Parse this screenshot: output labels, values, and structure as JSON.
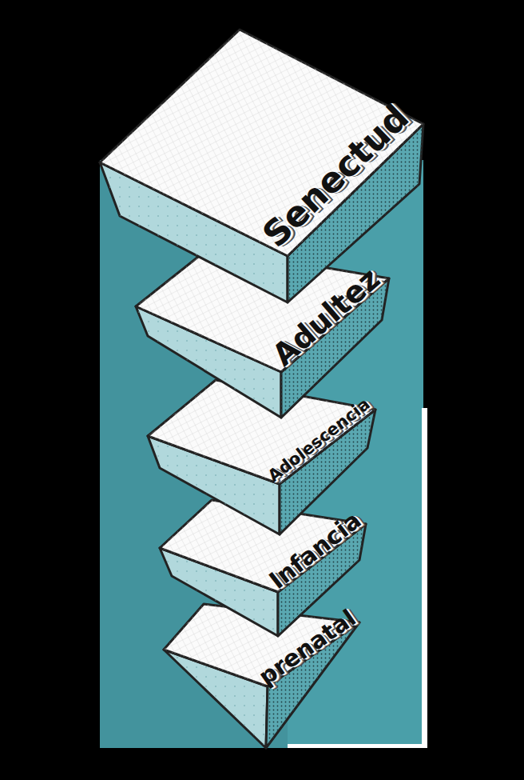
{
  "diagram": {
    "nodes": [
      {
        "text": [
          "Senectud"
        ]
      },
      {
        "text": [
          "Adultez"
        ]
      },
      {
        "text": [
          "Adolescencia"
        ]
      },
      {
        "text": [
          "Infancia"
        ]
      },
      {
        "text": [
          "prenatal"
        ]
      }
    ]
  }
}
